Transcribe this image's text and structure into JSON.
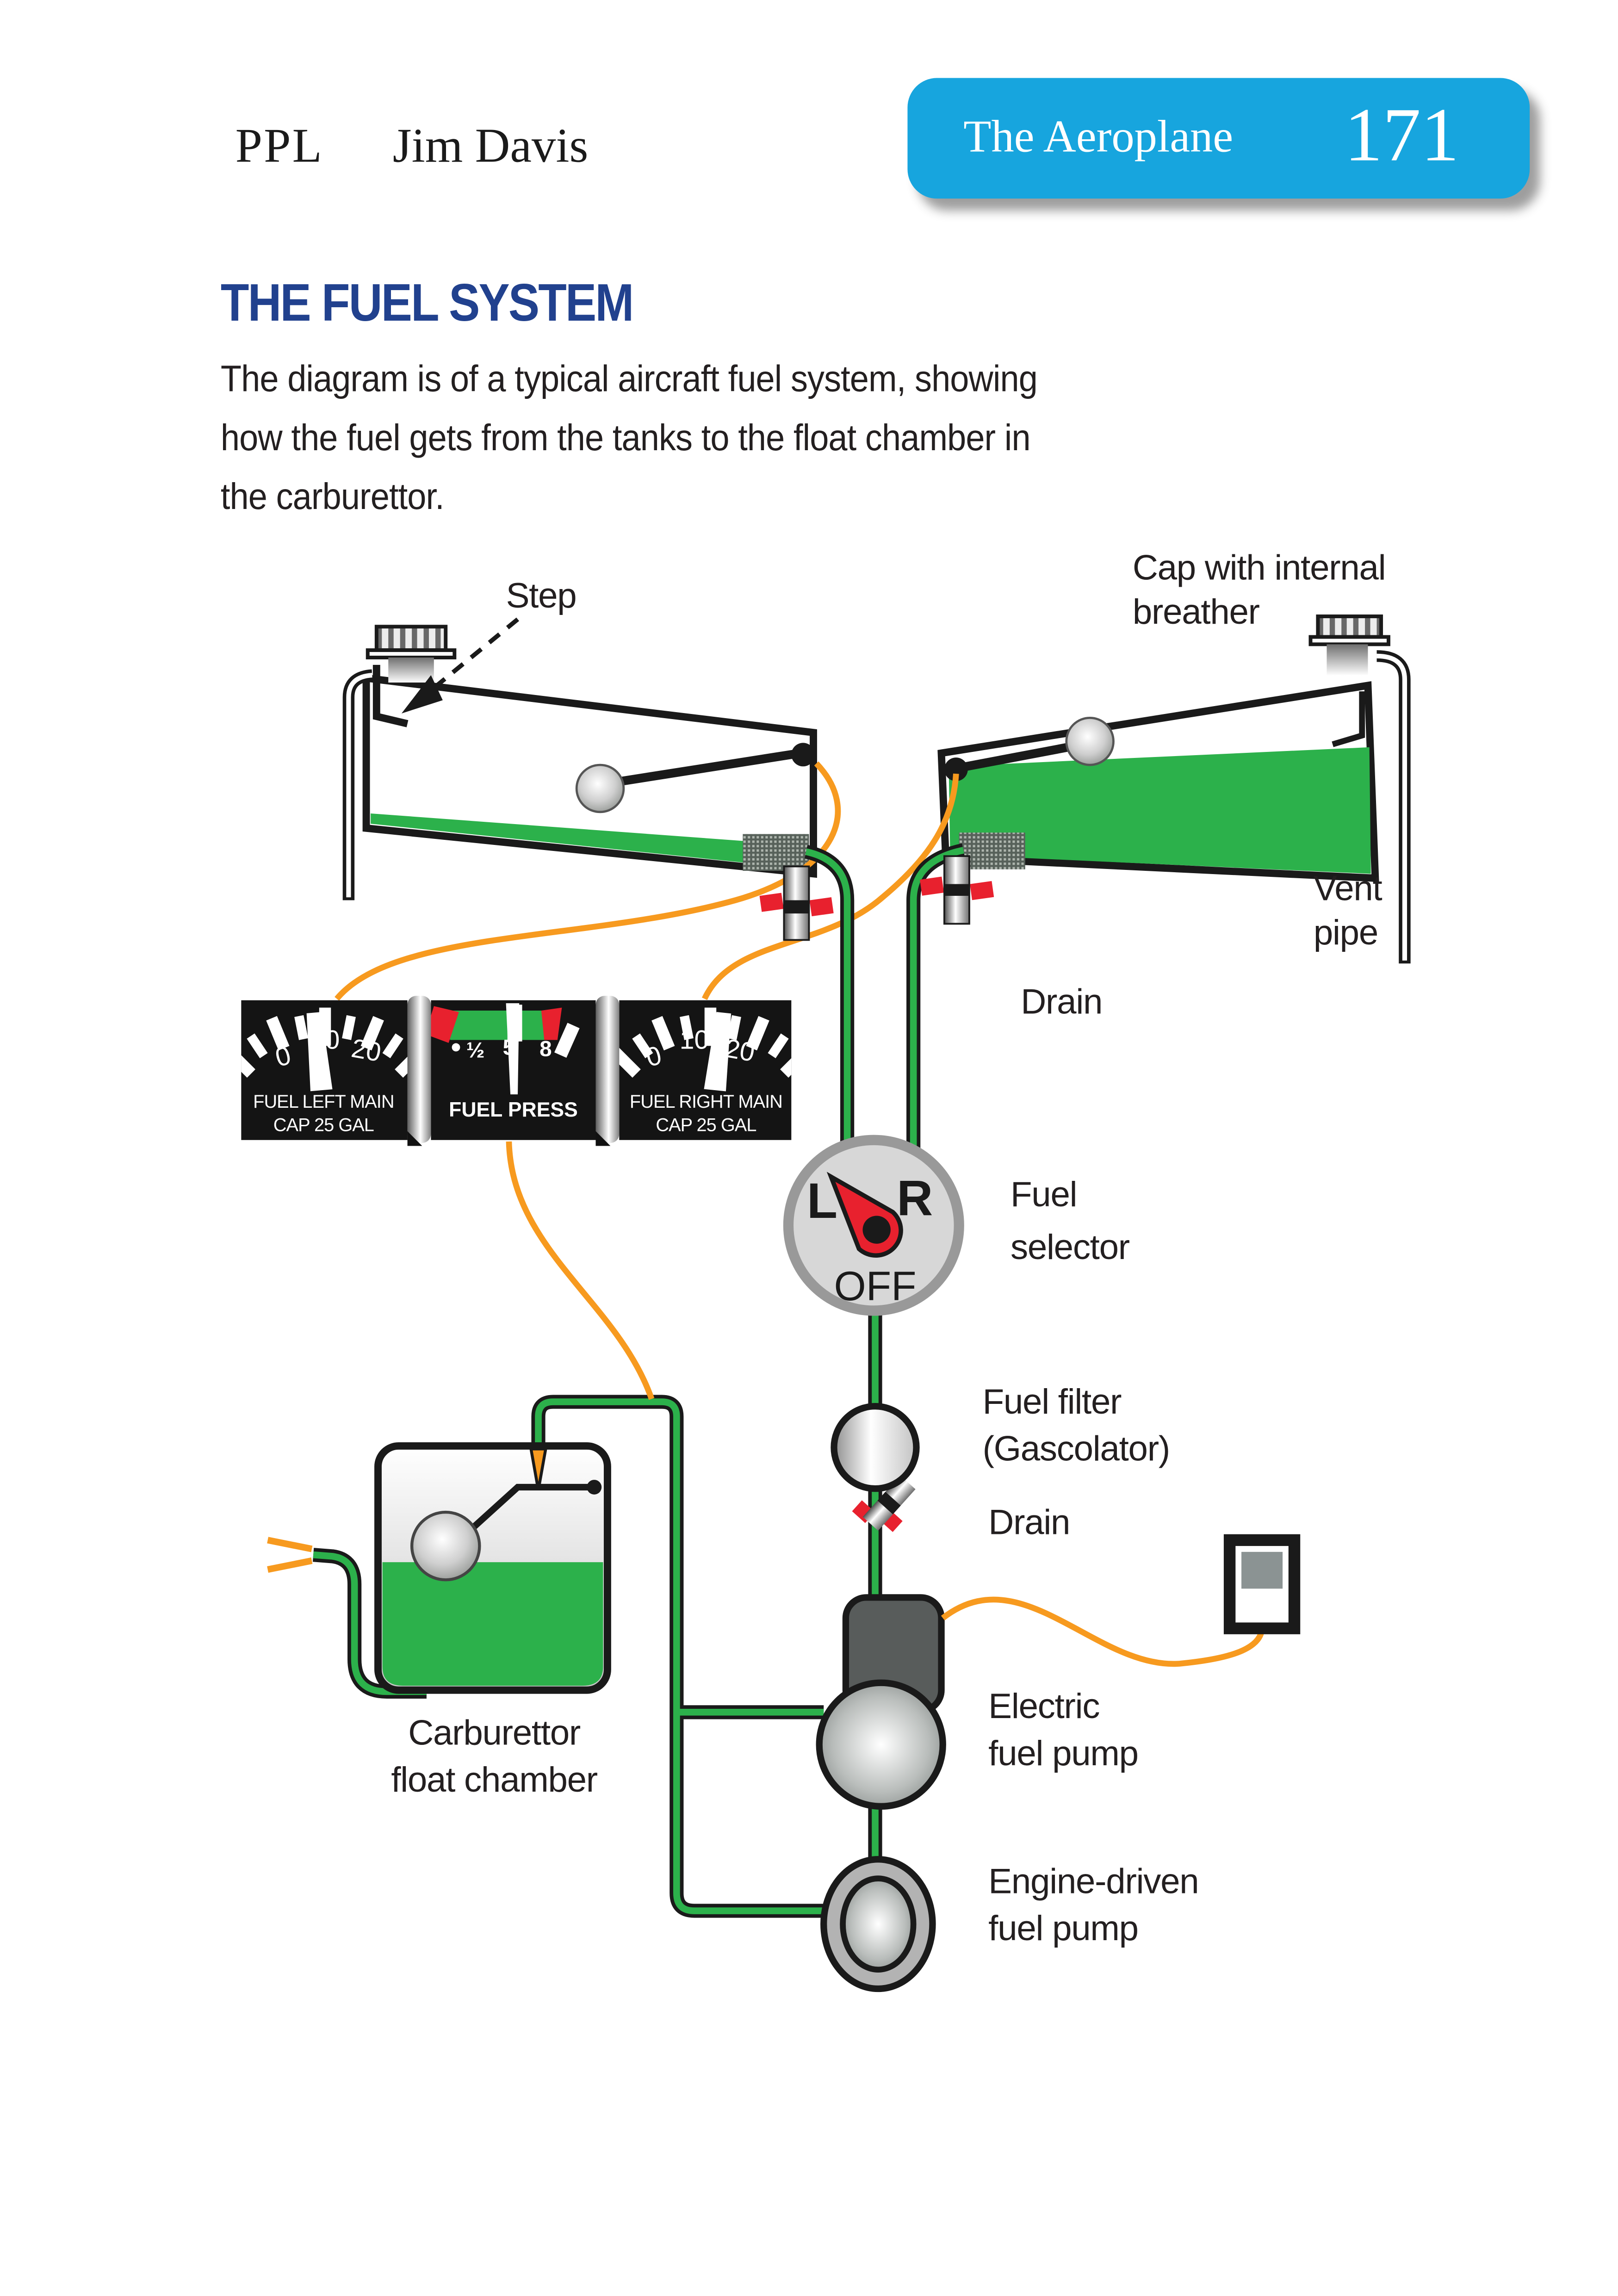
{
  "header": {
    "ppl": "PPL",
    "author": "Jim Davis",
    "chapter": "The Aeroplane",
    "page_number": "171"
  },
  "article": {
    "title": "THE FUEL SYSTEM",
    "lines": [
      "The diagram is of a typical aircraft fuel system, showing",
      "how the fuel gets from the tanks to the float chamber in",
      "the carburettor."
    ]
  },
  "diagram": {
    "labels": {
      "step": "Step",
      "cap_breather": [
        "Cap with internal",
        "breather"
      ],
      "vent_pipe": [
        "Vent",
        "pipe"
      ],
      "drain_top": "Drain",
      "fuel_selector": [
        "Fuel",
        "selector"
      ],
      "fuel_filter": [
        "Fuel filter",
        "(Gascolator)"
      ],
      "drain_bottom": "Drain",
      "electric_pump": [
        "Electric",
        "fuel pump"
      ],
      "engine_pump": [
        "Engine-driven",
        "fuel pump"
      ],
      "float_chamber": [
        "Carburettor",
        "float chamber"
      ]
    },
    "selector": {
      "left": "L",
      "right": "R",
      "off": "OFF"
    },
    "gauges": {
      "left": {
        "line1": "FUEL LEFT MAIN",
        "line2": "CAP 25 GAL",
        "scale": [
          "0",
          "10",
          "20"
        ]
      },
      "press": {
        "name": "FUEL PRESS",
        "scale": [
          "½",
          "5",
          "8"
        ]
      },
      "right": {
        "line1": "FUEL RIGHT MAIN",
        "line2": "CAP 25 GAL",
        "scale": [
          "0",
          "10",
          "20"
        ]
      }
    },
    "colors": {
      "fuel_green": "#2CB14B",
      "wire_orange": "#F79A1F",
      "accent_red": "#E8212E",
      "header_blue": "#17A5DE",
      "title_blue": "#21418E"
    }
  }
}
